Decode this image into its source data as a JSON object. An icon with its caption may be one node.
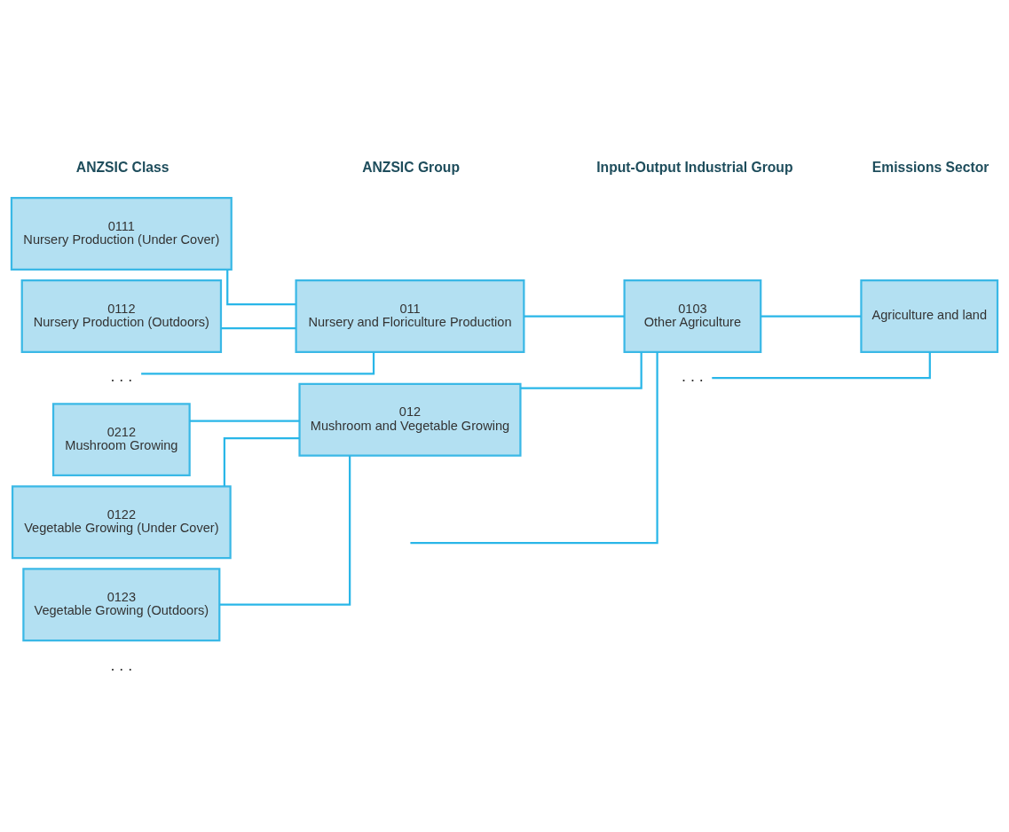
{
  "diagram": {
    "nodes": [
      {
        "text": [
          "0111",
          "Nursery Production (Under Cover)"
        ]
      },
      {
        "text": [
          "0112",
          "Nursery Production (Outdoors)"
        ]
      },
      {
        "text": [
          ". . ."
        ]
      },
      {
        "text": [
          "0212",
          "Mushroom Growing"
        ]
      },
      {
        "text": [
          "0122",
          "Vegetable Growing (Under Cover)"
        ]
      },
      {
        "text": [
          "0123",
          "Vegetable Growing (Outdoors)"
        ]
      },
      {
        "text": [
          ". . ."
        ]
      },
      {
        "text": [
          "011",
          "Nursery and Floriculture Production"
        ]
      },
      {
        "text": [
          "012",
          "Mushroom and Vegetable Growing"
        ]
      },
      {
        "text": [
          "0103",
          "Other Agriculture"
        ]
      },
      {
        "text": [
          ". . ."
        ]
      },
      {
        "text": [
          "Agriculture and land"
        ]
      }
    ],
    "edges": [
      {
        "from": 0,
        "to": 7,
        "arrow": "none"
      },
      {
        "from": 1,
        "to": 7,
        "arrow": "none"
      },
      {
        "from": 2,
        "to": 7,
        "arrow": "none"
      },
      {
        "from": 3,
        "to": 8,
        "arrow": "none"
      },
      {
        "from": 4,
        "to": 8,
        "arrow": "none"
      },
      {
        "from": 5,
        "to": 8,
        "arrow": "none"
      },
      {
        "from": 7,
        "to": 9,
        "arrow": "none"
      },
      {
        "from": 8,
        "to": 9,
        "arrow": "none"
      },
      {
        "from": null,
        "to": 9,
        "arrow": "none"
      },
      {
        "from": 9,
        "to": 11,
        "arrow": "none"
      },
      {
        "from": 10,
        "to": 11,
        "arrow": "none"
      }
    ],
    "labels": [
      "ANZSIC Class",
      "ANZSIC Group",
      "Input-Output Industrial Group",
      "Emissions Sector"
    ]
  }
}
